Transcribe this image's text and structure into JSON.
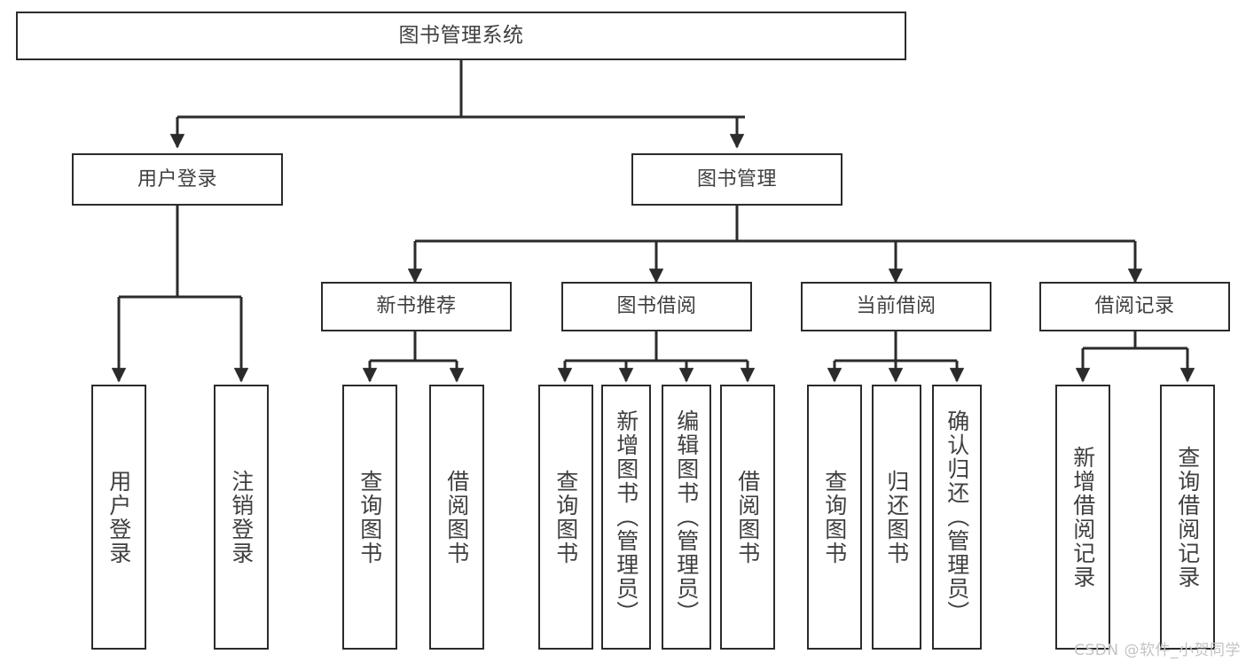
{
  "diagram": {
    "title": "图书管理系统",
    "type": "tree-hierarchy-chart",
    "colors": {
      "box_border": "#2b2b2b",
      "box_fill": "#ffffff",
      "text": "#3f3f3f",
      "edge": "#2b2b2b",
      "watermark": "#c3c3c3",
      "background": "#ffffff"
    },
    "root": {
      "label": "图书管理系统"
    },
    "level2": [
      {
        "id": "user-login",
        "label": "用户登录"
      },
      {
        "id": "book-manage",
        "label": "图书管理"
      }
    ],
    "level3": [
      {
        "id": "new-book-recommend",
        "label": "新书推荐"
      },
      {
        "id": "book-borrow",
        "label": "图书借阅"
      },
      {
        "id": "current-borrow",
        "label": "当前借阅"
      },
      {
        "id": "borrow-record",
        "label": "借阅记录"
      }
    ],
    "leaves": [
      {
        "id": "leaf-user-login",
        "label": "用户登录",
        "parent": "user-login"
      },
      {
        "id": "leaf-logout",
        "label": "注销登录",
        "parent": "user-login"
      },
      {
        "id": "leaf-query-book-1",
        "label": "查询图书",
        "parent": "new-book-recommend"
      },
      {
        "id": "leaf-borrow-book-1",
        "label": "借阅图书",
        "parent": "new-book-recommend"
      },
      {
        "id": "leaf-query-book-2",
        "label": "查询图书",
        "parent": "book-borrow"
      },
      {
        "id": "leaf-add-book",
        "label": "新增图书（管理员）",
        "parent": "book-borrow"
      },
      {
        "id": "leaf-edit-book",
        "label": "编辑图书（管理员）",
        "parent": "book-borrow"
      },
      {
        "id": "leaf-borrow-book-2",
        "label": "借阅图书",
        "parent": "book-borrow"
      },
      {
        "id": "leaf-query-book-3",
        "label": "查询图书",
        "parent": "current-borrow"
      },
      {
        "id": "leaf-return-book",
        "label": "归还图书",
        "parent": "current-borrow"
      },
      {
        "id": "leaf-confirm-return",
        "label": "确认归还（管理员）",
        "parent": "current-borrow"
      },
      {
        "id": "leaf-add-record",
        "label": "新增借阅记录",
        "parent": "borrow-record"
      },
      {
        "id": "leaf-query-record",
        "label": "查询借阅记录",
        "parent": "borrow-record"
      }
    ],
    "watermark": "CSDN @软件_小贺同学"
  }
}
